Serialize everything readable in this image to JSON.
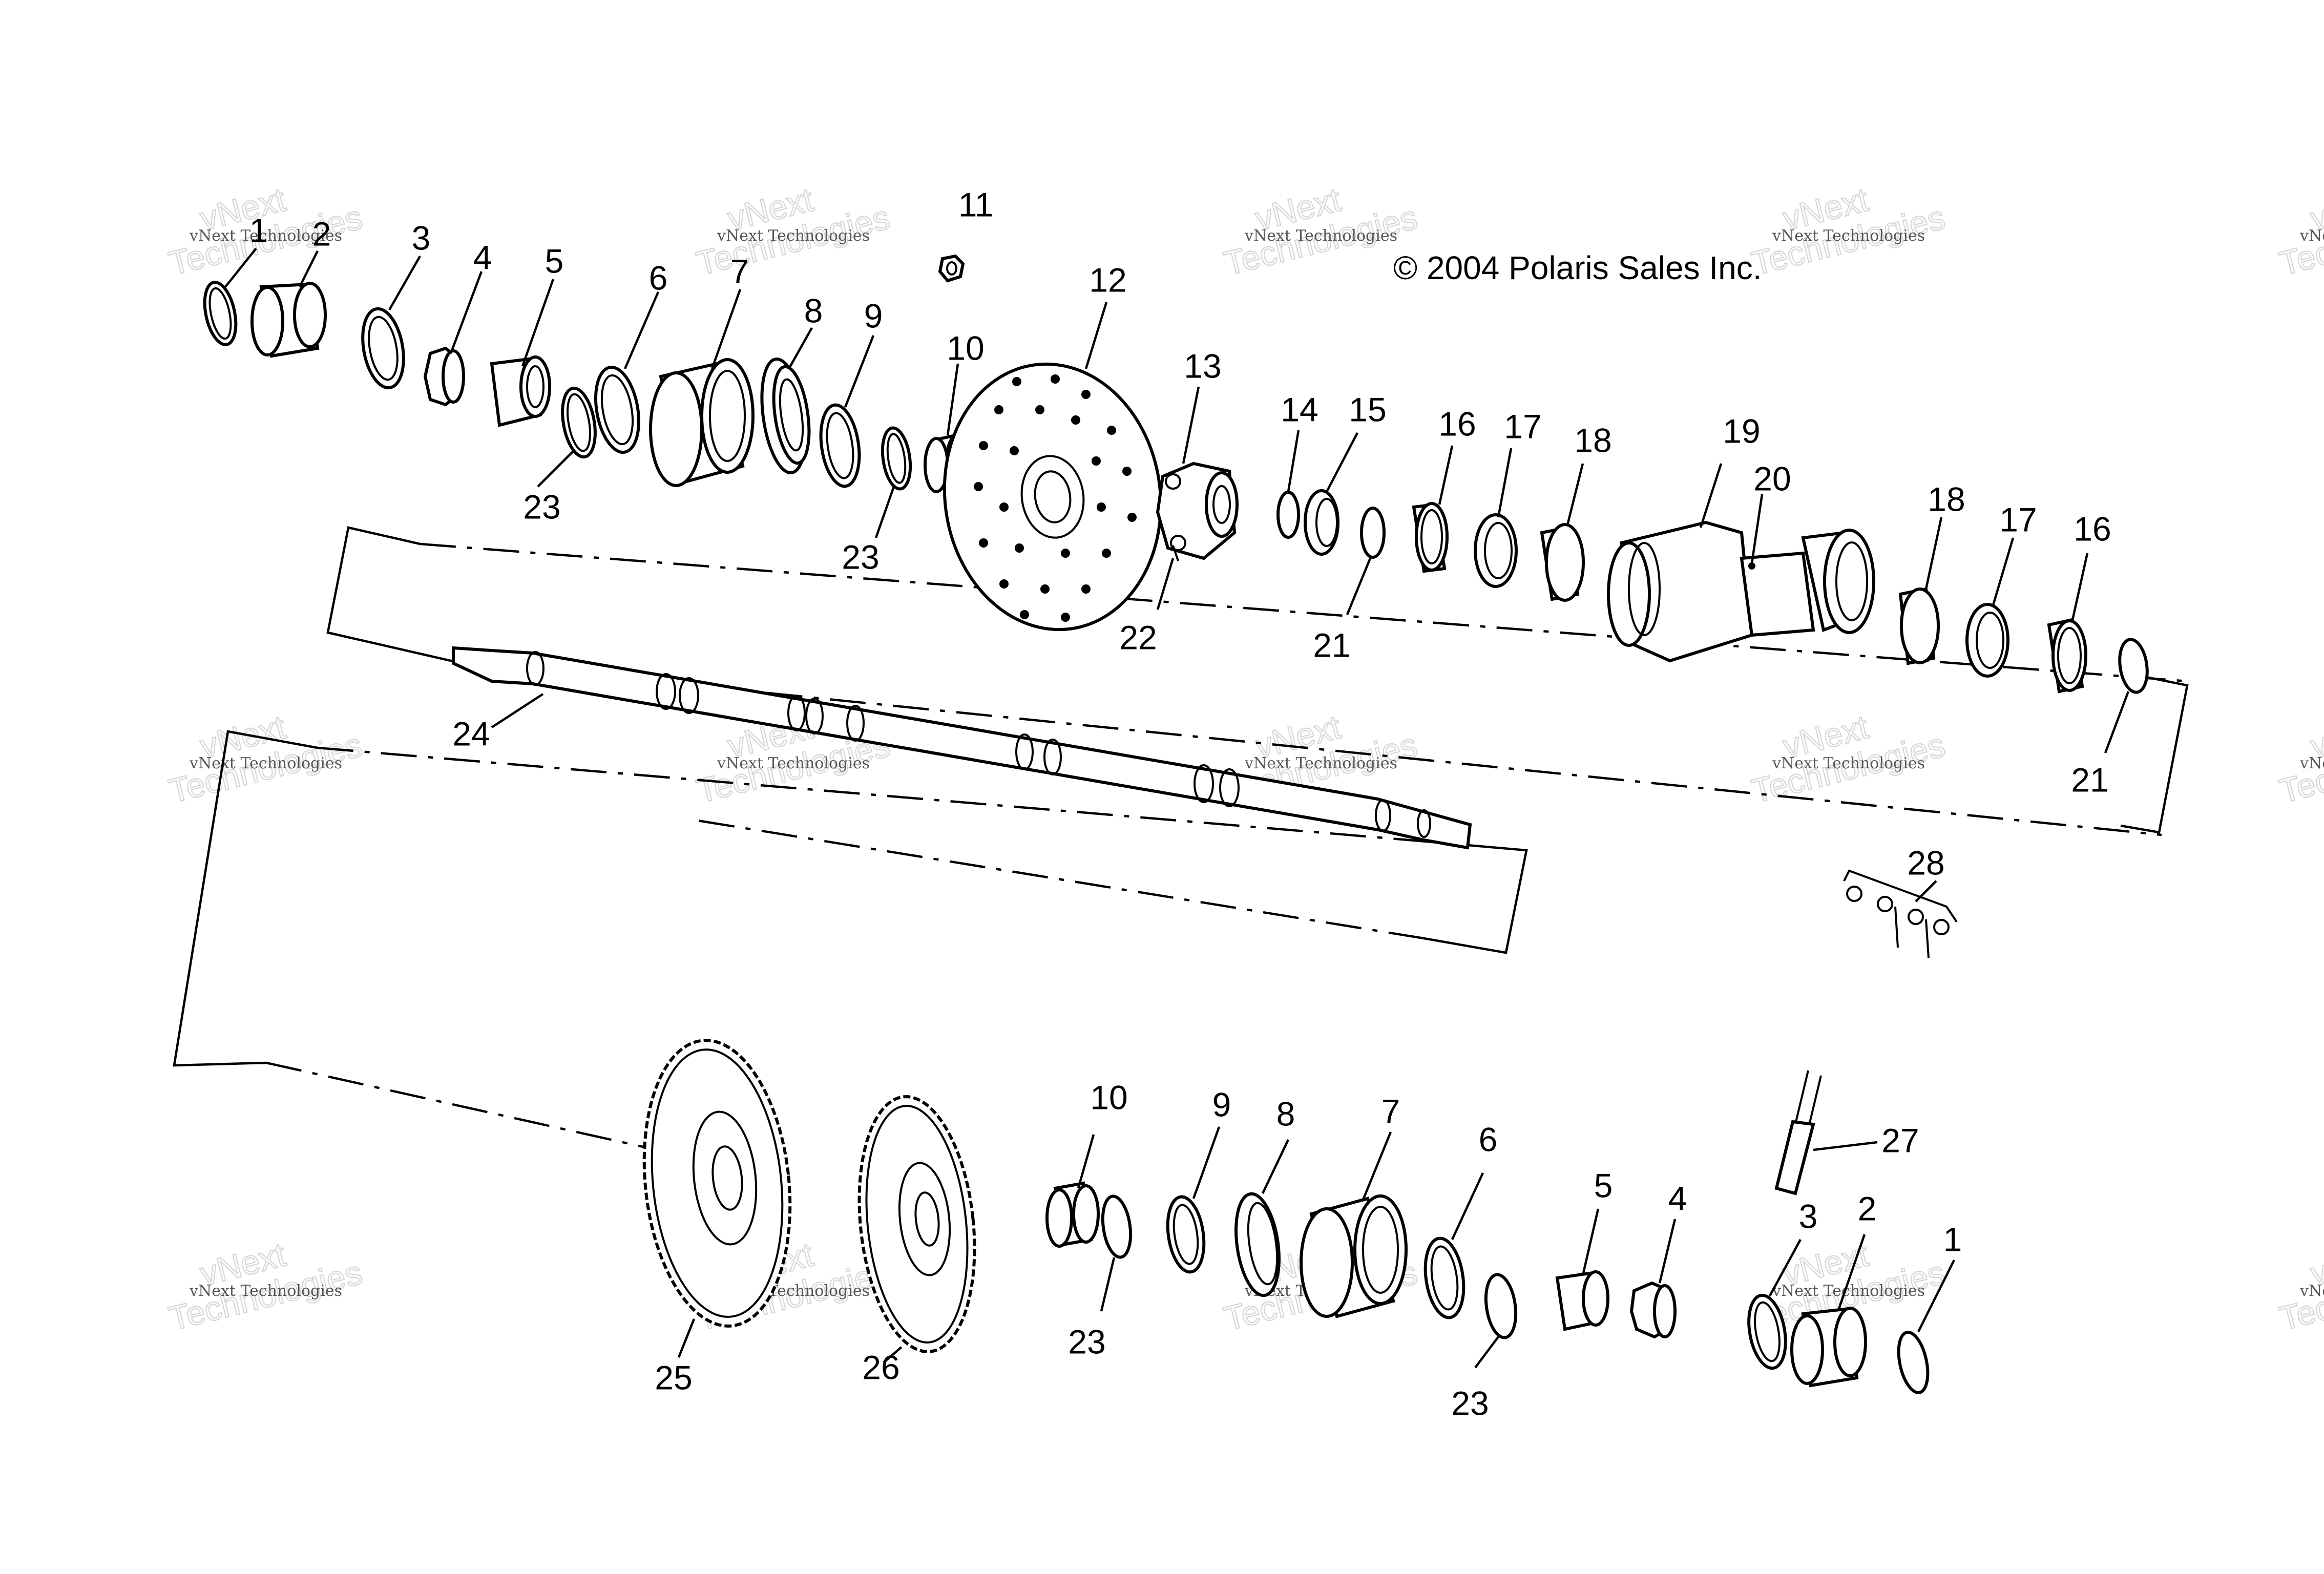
{
  "copyright": "© 2004 Polaris Sales Inc.",
  "watermark": {
    "line1": "vNext Technologies",
    "line2": "vNext",
    "line3": "Technologies"
  },
  "callouts": {
    "c1a": "1",
    "c2a": "2",
    "c3a": "3",
    "c4a": "4",
    "c5a": "5",
    "c6a": "6",
    "c7a": "7",
    "c8a": "8",
    "c9a": "9",
    "c10a": "10",
    "c11": "11",
    "c12": "12",
    "c13": "13",
    "c14": "14",
    "c15": "15",
    "c16a": "16",
    "c17a": "17",
    "c18a": "18",
    "c19": "19",
    "c20": "20",
    "c18b": "18",
    "c17b": "17",
    "c16b": "16",
    "c21a": "21",
    "c21b": "21",
    "c22": "22",
    "c23a": "23",
    "c23b": "23",
    "c24": "24",
    "c28": "28",
    "c10b": "10",
    "c9b": "9",
    "c8b": "8",
    "c7b": "7",
    "c6b": "6",
    "c5b": "5",
    "c4b": "4",
    "c3b": "3",
    "c2b": "2",
    "c1b": "1",
    "c27": "27",
    "c23c": "23",
    "c23d": "23",
    "c25": "25",
    "c26": "26"
  }
}
